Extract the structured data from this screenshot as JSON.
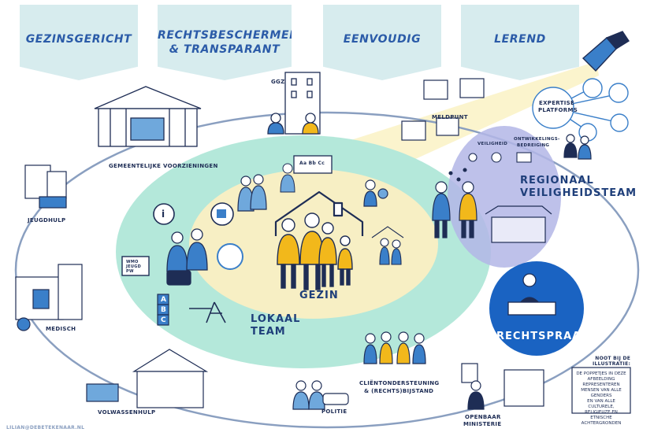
{
  "pillars": [
    {
      "line1": "GEZINSGERICHT",
      "line2": ""
    },
    {
      "line1": "RECHTSBESCHERMEND",
      "line2": "& TRANSPARANT"
    },
    {
      "line1": "EENVOUDIG",
      "line2": ""
    },
    {
      "line1": "LEREND",
      "line2": ""
    }
  ],
  "labels": {
    "gemeentelijke": "GEMEENTELIJKE VOORZIENINGEN",
    "ggz": "GGZ",
    "jeugdhulp": "JEUGDHULP",
    "medisch": "MEDISCH",
    "volwassenhulp": "VOLWASSENHULP",
    "politie": "POLITIE",
    "openbaar": "OPENBAAR",
    "ministerie": "MINISTERIE",
    "meldpunt": "MELDPUNT",
    "veiligheid": "VEILIGHEID",
    "ontwikkeling": "ONTWIKKELINGS-",
    "bedreiging": "BEDREIGING",
    "expertise1": "EXPERTISE",
    "expertise2": "PLATFORMS",
    "clientondersteuning1": "CLIËNTONDERSTEUNING",
    "clientondersteuning2": "& (RECHTS)BIJSTAND",
    "rechtspraak": "RECHTSPRAAK",
    "regionaal1": "REGIONAAL",
    "regionaal2": "VEILIGHEIDSTEAM",
    "gezin": "GEZIN",
    "lokaal1": "LOKAAL",
    "lokaal2": "TEAM",
    "wmo1": "WMO",
    "wmo2": "JEUGD",
    "wmo3": "PW",
    "board": "Aa Bb Cc",
    "credit": "LILIAN@DEBETEKENAAR.NL",
    "blocks": [
      "A",
      "B",
      "C"
    ],
    "info_icon": "i"
  },
  "note": {
    "title1": "NOOT BIJ DE",
    "title2": "ILLUSTRATIE:",
    "lines": [
      "DE POPPETJES IN DEZE",
      "AFBEELDING REPRESENTEREN",
      "MENSEN VAN ALLE GENDERS",
      "EN VAN ALLE CULTURELE,",
      "RELIGIEUZE EN ETNISCHE",
      "ACHTERGRONDEN"
    ]
  },
  "colors": {
    "navy": "#1e2d55",
    "pillar": "#d7ecee",
    "outer_ring": "#8a9fc0",
    "lokaal_ring": "#a9e3d4",
    "gezin_core": "#f7efc4",
    "regionaal": "#b3b6e6",
    "rechtspraak": "#1a63c2",
    "yellow": "#f2b81b",
    "blue_person": "#3a7fc9"
  }
}
